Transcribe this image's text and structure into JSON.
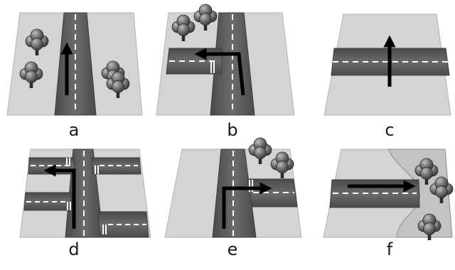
{
  "panels": [
    {
      "id": "a",
      "label": "a"
    },
    {
      "id": "b",
      "label": "b"
    },
    {
      "id": "c",
      "label": "c"
    },
    {
      "id": "d",
      "label": "d"
    },
    {
      "id": "e",
      "label": "e"
    },
    {
      "id": "f",
      "label": "f"
    }
  ],
  "colors": {
    "ground": "#d4d4d4",
    "ground_edge": "#b4b4b4",
    "road": "#5f5f5f",
    "road_edge": "#3c3c3c",
    "lane_marking": "#ffffff",
    "arrow": "#000000",
    "tree": "#555555"
  }
}
